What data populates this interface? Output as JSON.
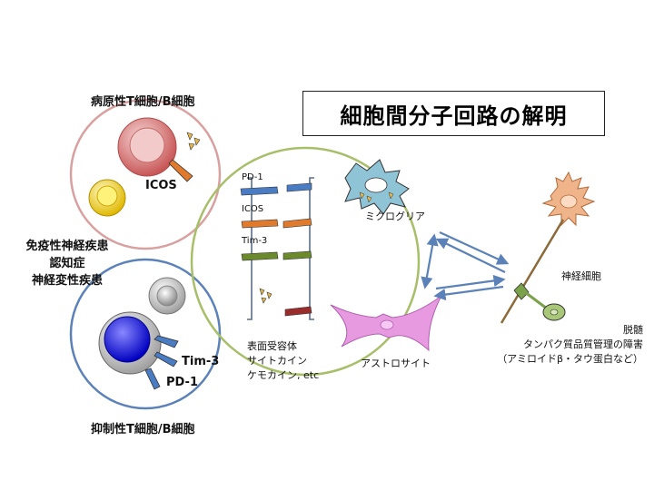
{
  "title": "細胞間分子回路の解明",
  "pathogenic_label": "病原性T細胞/B細胞",
  "suppressive_label": "抑制性T細胞/B細胞",
  "diseases": [
    "免疫性神経疾患",
    "認知症",
    "神経変性疾患"
  ],
  "icos_cell_label": "ICOS",
  "tim3_cell_label": "Tim-3",
  "pd1_cell_label": "PD-1",
  "receptor_labels": [
    "PD-1",
    "ICOS",
    "Tim-3"
  ],
  "mediators": [
    "表面受容体",
    "サイトカイン",
    "ケモカイン, etc"
  ],
  "microglia_label": "ミクログリア",
  "astrocyte_label": "アストロサイト",
  "neuron_label": "神経細胞",
  "pathology": [
    "脱髄",
    "タンパク質品質管理の障害",
    "（アミロイドβ・タウ蛋白など）"
  ],
  "colors": {
    "pink_circle": "#d9a0a0",
    "blue_circle": "#5b82b8",
    "green_circle": "#a8bf6a",
    "pd1": "#4a7cc4",
    "icos": "#e07a2c",
    "tim3": "#6a8a2c",
    "other": "#9a2c2c",
    "microglia": "#8fc3d6",
    "astrocyte": "#e79ae0",
    "neuron": "#f0b48a",
    "arrow": "#5b82b8"
  }
}
